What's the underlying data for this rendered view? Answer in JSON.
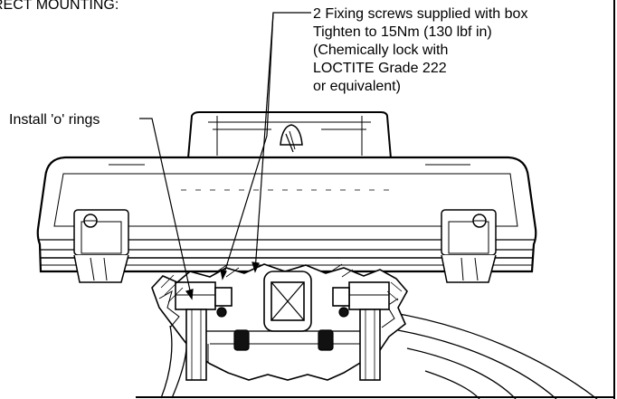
{
  "header_text": "RECT MOUNTING:",
  "callouts": {
    "fixing_screws": {
      "lines": [
        "2 Fixing screws supplied with box",
        "Tighten to 15Nm (130 lbf in)",
        "(Chemically lock with",
        "LOCTITE Grade 222",
        "or equivalent)"
      ]
    },
    "o_rings": {
      "text": "Install 'o' rings"
    }
  }
}
